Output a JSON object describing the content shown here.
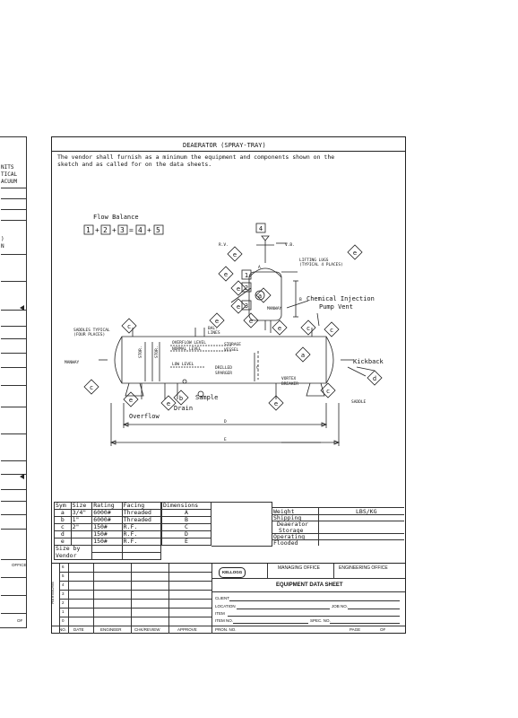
{
  "left_page": {
    "fragments": [
      "NITS",
      "TICAL",
      "ACUUM",
      ")",
      "N",
      "OFFICE",
      "OF"
    ]
  },
  "sheet": {
    "title": "DEAERATOR (SPRAY-TRAY)",
    "intro_line1": "The vendor shall furnish as a minimum the equipment and components shown on the",
    "intro_line2": "sketch and as called for on the data sheets."
  },
  "drawing": {
    "flow_balance_label": "Flow Balance",
    "flow_balance": {
      "boxes": [
        "1",
        "2",
        "3",
        "4",
        "5"
      ],
      "ops": [
        "+",
        "+",
        "=",
        "+"
      ]
    },
    "chemical_injection": "Chemical Injection",
    "pump_vent": "Pump Vent",
    "kickback": "Kickback",
    "sample": "Sample",
    "drain": "Drain",
    "overflow": "Overflow",
    "labels": {
      "rv": "R.V.",
      "vb": "V.B.",
      "lifting_lugs_1": "LIFTING LUGS",
      "lifting_lugs_2": "(TYPICAL 4 PLACES)",
      "manway_top": "MANWAY",
      "saddles_1": "SADDLES TYPICAL",
      "saddles_2": "(FOUR PLACES)",
      "manway_side": "MANWAY",
      "overflow_level": "OVERFLOW LEVEL",
      "normal_level": "NORMAL LEVEL",
      "low_level": "LOW LEVEL",
      "storage_1": "STORAGE",
      "storage_2": "VESSEL",
      "drilled_1": "DRILLED",
      "drilled_2": "SPARGER",
      "vortex_1": "VORTEX",
      "vortex_2": "BREAKER",
      "saddle": "SADDLE",
      "bal_lines_1": "BAL.",
      "bal_lines_2": "LINES",
      "dim_A": "A",
      "dim_B": "B",
      "dim_C": "C",
      "dim_D": "D",
      "dim_E": "E",
      "stor_1": "STOR.",
      "stor_2": "STOR."
    },
    "nozzle_letters": [
      "a",
      "b",
      "c",
      "d",
      "e"
    ],
    "numbered_connections": [
      "1",
      "2",
      "3",
      "4"
    ]
  },
  "nozzle_table": {
    "headers": [
      "Sym",
      "Size",
      "Rating",
      "Facing"
    ],
    "rows": [
      [
        "a",
        "3/4\"",
        "6000#",
        "Threaded"
      ],
      [
        "b",
        "1\"",
        "6000#",
        "Threaded"
      ],
      [
        "c",
        "2\"",
        "150#",
        "R.F."
      ],
      [
        "d",
        "",
        "150#",
        "R.F."
      ],
      [
        "e",
        "",
        "150#",
        "R.F."
      ]
    ],
    "size_by_1": "Size by",
    "size_by_2": "Vendor"
  },
  "dimensions_table": {
    "header": "Dimensions",
    "rows": [
      "A",
      "B",
      "C",
      "D",
      "E"
    ]
  },
  "weight_table": {
    "header": "Weight",
    "unit": "LBS/KG",
    "rows": [
      "Shipping",
      "Deaerator",
      "Storage",
      "Operating",
      "Flooded"
    ]
  },
  "title_block": {
    "revisions_label": "REVISIONS",
    "rev_numbers": [
      "6",
      "5",
      "4",
      "3",
      "2",
      "1",
      "0"
    ],
    "footer": [
      "NO.",
      "DATE",
      "ENGINEER",
      "CHK/REVIEW",
      "APPROVE"
    ],
    "logo_text": "KELLOGG",
    "managing_office": "MANAGING OFFICE",
    "engineering_office": "ENGINEERING OFFICE",
    "sheet_name": "EQUIPMENT DATA SHEET",
    "client": "CLIENT",
    "location": "LOCATION",
    "job_no": "JOB NO.",
    "item": "ITEM",
    "item_no": "ITEM NO.",
    "spec_no": "SPEC. NO.",
    "pron_no": "PRON. NO.",
    "page": "PAGE",
    "of": "OF"
  }
}
